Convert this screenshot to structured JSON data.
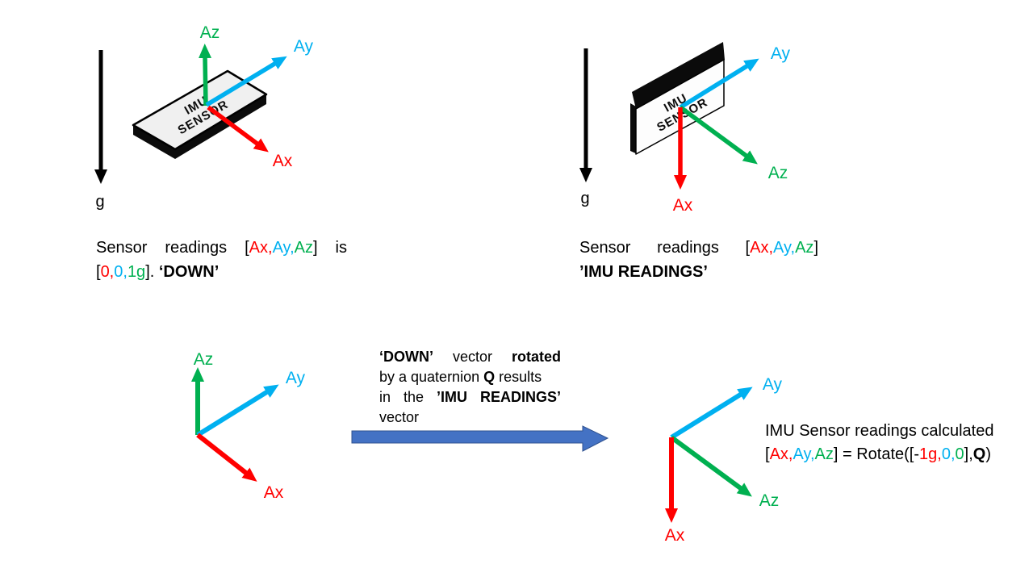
{
  "colors": {
    "axis_x_red": "#FF0000",
    "axis_y_blue": "#00B0F0",
    "axis_z_green": "#00B050",
    "gravity_black": "#000000",
    "transform_arrow_blue": "#4472C4",
    "plate_face_gray": "#F0F0F0"
  },
  "scene_down": {
    "gravity_label": "g",
    "plate": {
      "line1": "IMU",
      "line2": "SENSOR"
    },
    "axis_z": "Az",
    "axis_y": "Ay",
    "axis_x": "Ax",
    "caption_line1": {
      "t1": "Sensor readings [",
      "ax": "Ax,",
      "ay": "Ay,",
      "az": "Az",
      "t2": "] is"
    },
    "caption_line2": {
      "t1": "[",
      "v1": "0,",
      "v2": "0,",
      "v3": "1g",
      "t2": "]. ",
      "down": "‘DOWN’"
    }
  },
  "scene_imu": {
    "gravity_label": "g",
    "plate": {
      "line1": "IMU",
      "line2": "SENSOR"
    },
    "axis_y": "Ay",
    "axis_z": "Az",
    "axis_x": "Ax",
    "caption_line1": {
      "t1": "Sensor readings [",
      "ax": "Ax,",
      "ay": "Ay,",
      "az": "Az",
      "t2": "]"
    },
    "caption_line2": {
      "title": "’IMU READINGS’"
    }
  },
  "scene_axes_down": {
    "axis_z": "Az",
    "axis_y": "Ay",
    "axis_x": "Ax"
  },
  "transform_note": {
    "l1": {
      "b1": "‘DOWN’",
      "t1": " vector ",
      "b2": "rotated"
    },
    "l2": {
      "t1": "by a quaternion ",
      "b1": "Q",
      "t2": " results"
    },
    "l3": {
      "t1": "in the ",
      "b1": "’IMU READINGS’"
    },
    "l4": {
      "t1": "vector"
    }
  },
  "scene_axes_imu": {
    "axis_y": "Ay",
    "axis_z": "Az",
    "axis_x": "Ax",
    "caption_line1": "IMU Sensor readings calculated",
    "caption_line2": {
      "t1": "[",
      "ax": "Ax,",
      "ay": "Ay,",
      "az": "Az",
      "t2": "] = Rotate([-",
      "g1": "1g,",
      "z1": "0,",
      "z2": "0",
      "t3": "],",
      "q": "Q",
      "t4": ")"
    }
  }
}
